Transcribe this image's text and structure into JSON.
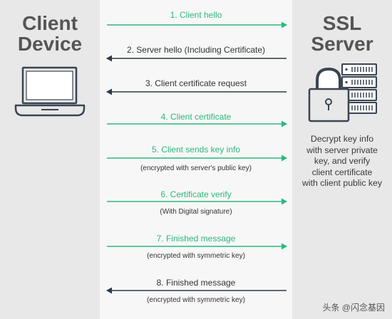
{
  "client": {
    "title_line1": "Client",
    "title_line2": "Device"
  },
  "server": {
    "title_line1": "SSL",
    "title_line2": "Server",
    "description": [
      "Decrypt key info",
      "with server private",
      "key, and verify",
      "client certificate",
      "with client public key"
    ]
  },
  "messages": [
    {
      "label": "1. Client hello",
      "sub": "",
      "direction": "to-server",
      "color": "green"
    },
    {
      "label": "2. Server hello (Including Certificate)",
      "sub": "",
      "direction": "to-client",
      "color": "dark"
    },
    {
      "label": "3. Client certificate request",
      "sub": "",
      "direction": "to-client",
      "color": "dark"
    },
    {
      "label": "4. Client certificate",
      "sub": "",
      "direction": "to-server",
      "color": "green"
    },
    {
      "label": "5. Client sends key info",
      "sub": "(encrypted with server's public key)",
      "direction": "to-server",
      "color": "green"
    },
    {
      "label": "6. Certificate verify",
      "sub": "(With Digital signature)",
      "direction": "to-server",
      "color": "green"
    },
    {
      "label": "7. Finished message",
      "sub": "(encrypted with symmetric key)",
      "direction": "to-server",
      "color": "green"
    },
    {
      "label": "8. Finished message",
      "sub": "(encrypted with symmetric key)",
      "direction": "to-client",
      "color": "dark"
    }
  ],
  "colors": {
    "green": "#2db87a",
    "dark": "#2e3a46",
    "panel": "#e8e8e8",
    "title": "#555555"
  },
  "icons": {
    "client": "laptop-icon",
    "server": "server-lock-icon"
  },
  "watermark": "头条 @闪念基因"
}
